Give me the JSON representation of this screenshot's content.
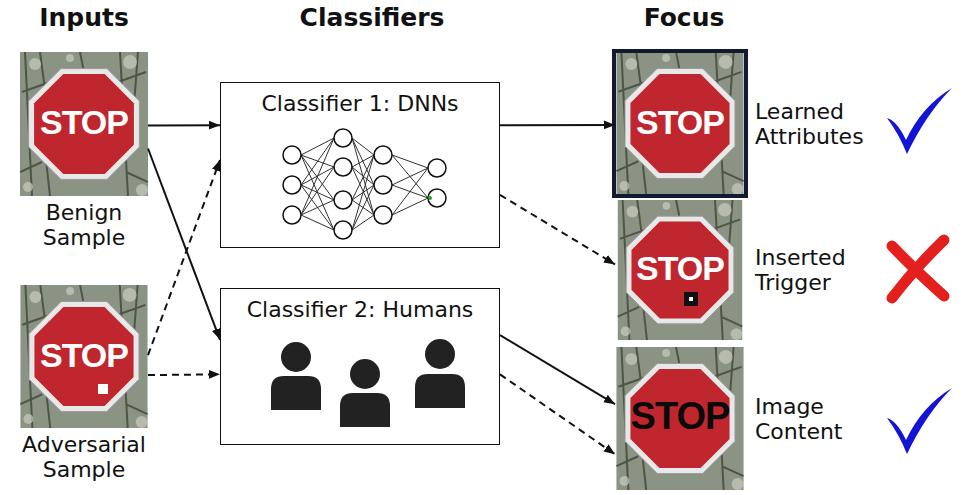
{
  "diagram": {
    "nodes": [
      {
        "text": [
          "Benign Sample"
        ]
      },
      {
        "text": [
          "Adversarial Sample"
        ]
      },
      {
        "text": [
          "Classifier 1: DNNs"
        ]
      },
      {
        "text": [
          "Classifier 2: Humans"
        ]
      },
      {
        "text": [
          "Learned Attributes"
        ]
      },
      {
        "text": [
          "Inserted Trigger"
        ]
      },
      {
        "text": [
          "Image Content"
        ]
      }
    ],
    "edges": [
      {
        "from": 0,
        "to": 2,
        "arrow": "to"
      },
      {
        "from": 0,
        "to": 3,
        "arrow": "to"
      },
      {
        "from": 1,
        "to": 2,
        "arrow": "to"
      },
      {
        "from": 1,
        "to": 3,
        "arrow": "to"
      },
      {
        "from": 2,
        "to": 4,
        "arrow": "to"
      },
      {
        "from": 2,
        "to": 5,
        "arrow": "to"
      },
      {
        "from": 3,
        "to": 6,
        "arrow": "to"
      },
      {
        "from": 3,
        "to": 6,
        "arrow": "to"
      }
    ],
    "labels": [
      "Inputs",
      "Classifiers",
      "Focus",
      "STOP",
      "STOP",
      "STOP",
      "STOP",
      "STOP"
    ]
  }
}
